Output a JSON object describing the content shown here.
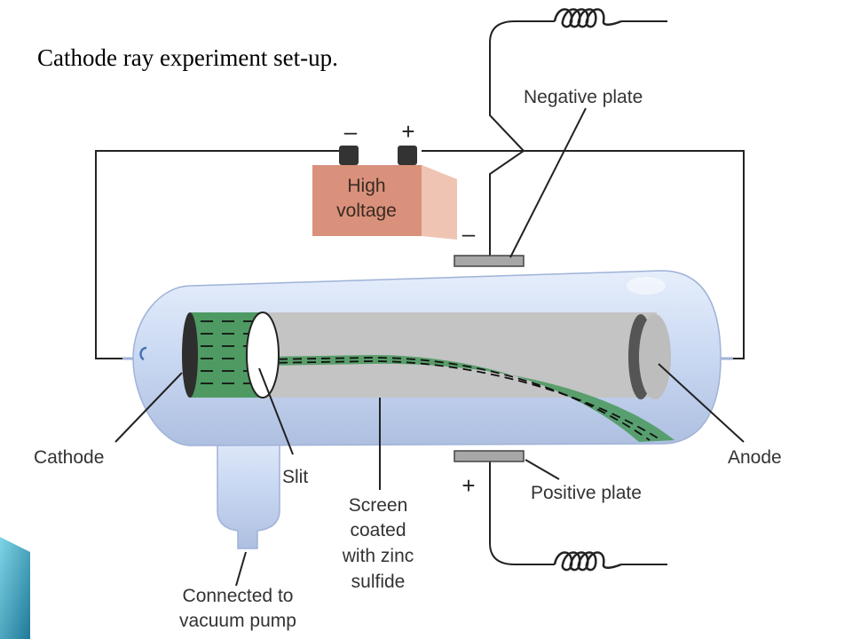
{
  "title": "Cathode ray experiment set-up.",
  "labels": {
    "negative_plate": "Negative plate",
    "positive_plate": "Positive plate",
    "cathode": "Cathode",
    "anode": "Anode",
    "slit": "Slit",
    "screen": [
      "Screen",
      "coated",
      "with zinc",
      "sulfide"
    ],
    "vacuum": [
      "Connected to",
      "vacuum pump"
    ]
  },
  "battery": {
    "lines": [
      "High",
      "voltage"
    ],
    "minus": "–",
    "plus": "+"
  },
  "plate_signs": {
    "negative": "–",
    "positive": "+"
  },
  "colors": {
    "tube": "#c9d8f2",
    "beam": "#4e9a62",
    "screen": "#c4c4c4",
    "battery": "#d9917b",
    "wire": "#222222",
    "accent": "#2a8aa8"
  }
}
